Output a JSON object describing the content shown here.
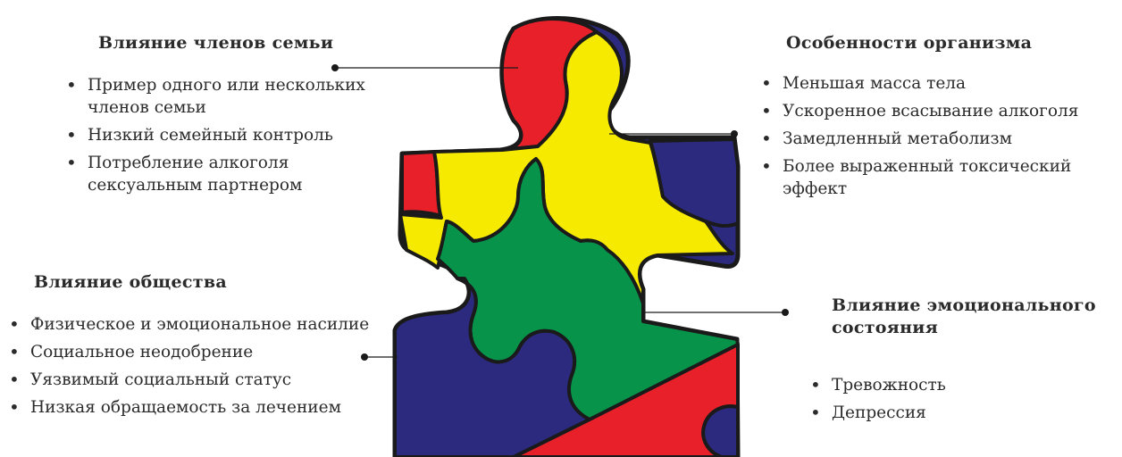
{
  "family": {
    "title": "Влияние членов семьи",
    "items": [
      "Пример одного или нескольких членов семьи",
      "Низкий семейный контроль",
      "Потребление алкоголя сексуальным партнером"
    ]
  },
  "society": {
    "title": "Влияние общества",
    "items": [
      "Физическое и эмоциональное насилие",
      "Социальное неодобрение",
      "Уязвимый социальный статус",
      "Низкая обращаемость за лечением"
    ]
  },
  "organism": {
    "title": "Особенности организма",
    "items": [
      "Меньшая масса тела",
      "Ускоренное всасывание алкоголя",
      "Замедленный метаболизм",
      "Более выраженный токсический эффект"
    ]
  },
  "emotion": {
    "title": "Влияние эмоционального состояния",
    "items": [
      "Тревожность",
      "Депрессия"
    ]
  },
  "colors": {
    "red": "#e8202a",
    "yellow": "#f6ea00",
    "blue": "#2c2a7e",
    "green": "#07944a",
    "outline": "#1a1a1a"
  }
}
